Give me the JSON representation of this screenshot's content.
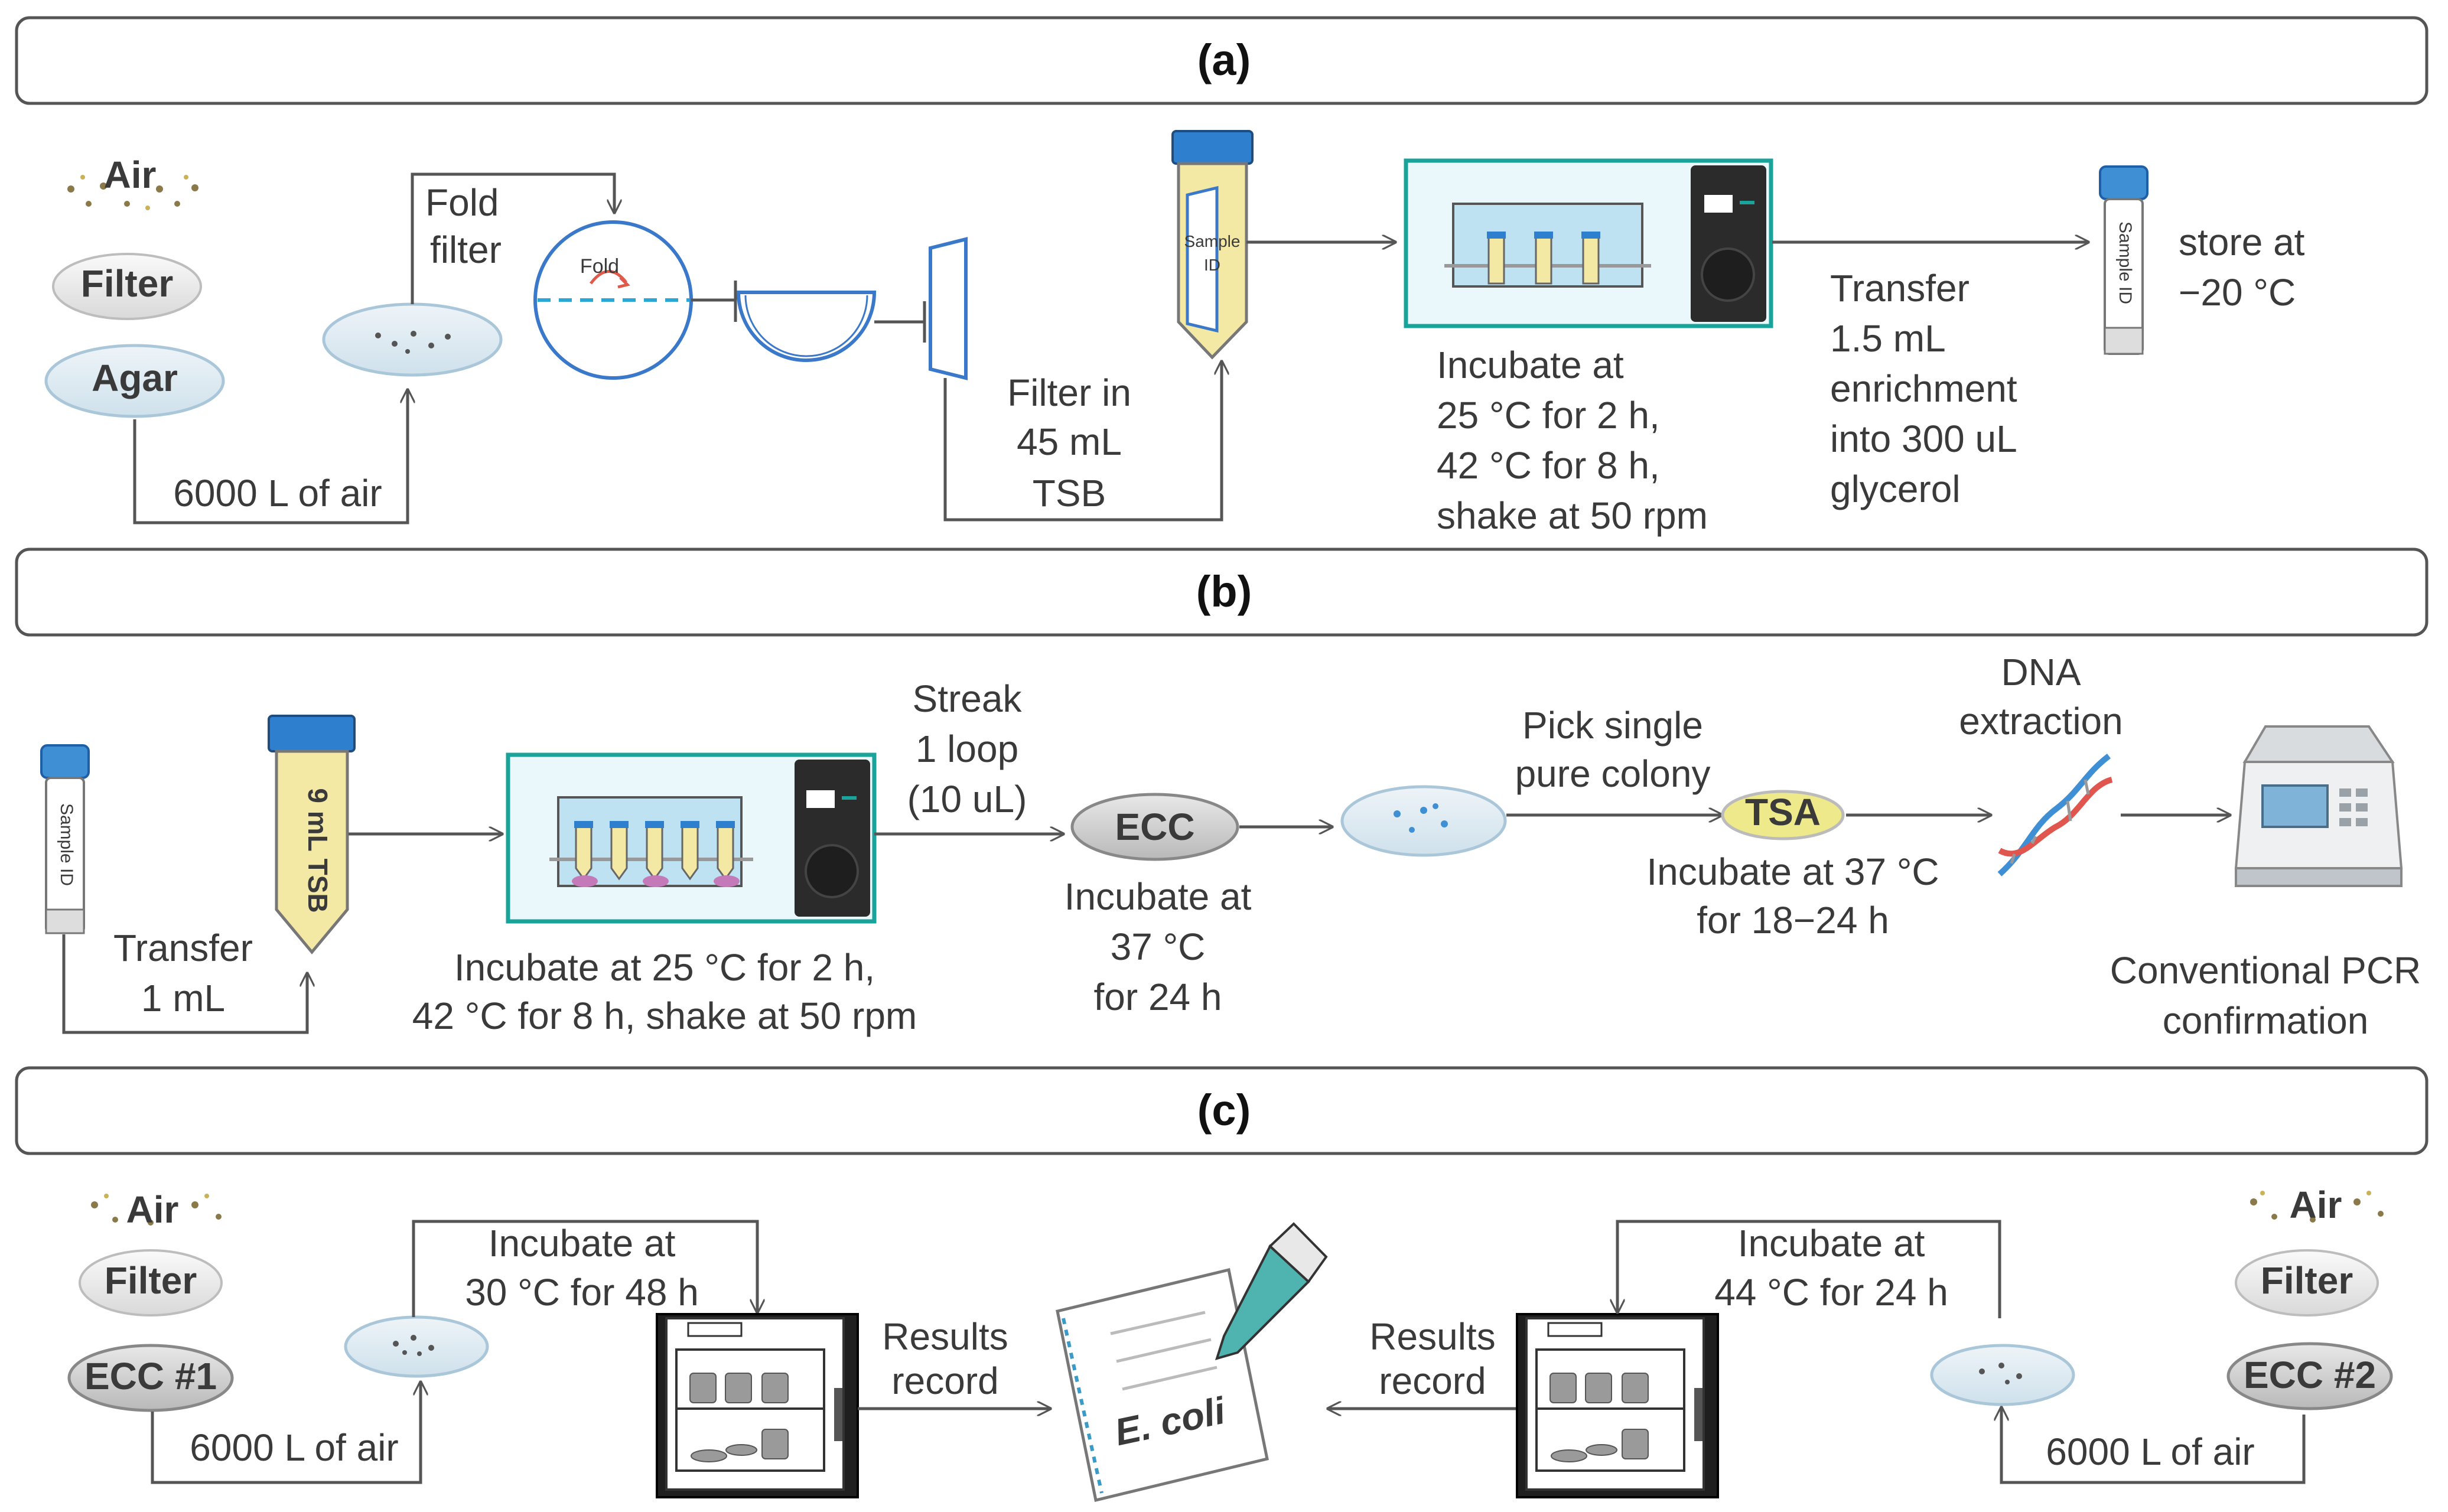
{
  "sections": {
    "a": {
      "header": "(a)",
      "air": "Air",
      "filter": "Filter",
      "agar": "Agar",
      "air_volume": "6000 L of air",
      "fold_filter": [
        "Fold",
        "filter"
      ],
      "fold": "Fold",
      "tube_label": [
        "Sample",
        "ID"
      ],
      "filter_in_tsb": [
        "Filter in",
        "45 mL",
        "TSB"
      ],
      "incubate": [
        "Incubate at",
        "25 °C for 2 h,",
        "42 °C for 8 h,",
        "shake at 50 rpm"
      ],
      "transfer": [
        "Transfer",
        "1.5 mL",
        "enrichment",
        "into 300 uL",
        "glycerol"
      ],
      "vial_label": "Sample ID",
      "store": [
        "store at",
        "−20 °C"
      ]
    },
    "b": {
      "header": "(b)",
      "vial_label": "Sample ID",
      "transfer": [
        "Transfer",
        "1 mL"
      ],
      "tsb_tube": "9 mL TSB",
      "incubate": [
        "Incubate at 25 °C for 2 h,",
        "42 °C for 8 h, shake at 50 rpm"
      ],
      "streak": [
        "Streak",
        "1 loop",
        "(10 uL)"
      ],
      "ecc": "ECC",
      "incubate_ecc": [
        "Incubate at",
        "37 °C",
        "for 24 h"
      ],
      "pick": [
        "Pick single",
        "pure colony"
      ],
      "tsa": "TSA",
      "incubate_tsa": [
        "Incubate at 37 °C",
        "for 18−24 h"
      ],
      "dna": [
        "DNA",
        "extraction"
      ],
      "pcr": [
        "Conventional PCR",
        "confirmation"
      ]
    },
    "c": {
      "header": "(c)",
      "air_left": "Air",
      "filter_left": "Filter",
      "ecc1": "ECC #1",
      "air_volume_left": "6000 L of air",
      "incubate_left": [
        "Incubate at",
        "30 °C for 48 h"
      ],
      "results_left": [
        "Results",
        "record"
      ],
      "ecoli": "E. coli",
      "results_right": [
        "Results",
        "record"
      ],
      "incubate_right": [
        "Incubate at",
        "44 °C for 24 h"
      ],
      "air_right": "Air",
      "filter_right": "Filter",
      "ecc2": "ECC #2",
      "air_volume_right": "6000 L of air"
    }
  },
  "colors": {
    "line": "#555555",
    "blue": "#3a78c9",
    "dark_blue": "#1f5fa8",
    "teal": "#1aa39a",
    "tube_yellow": "#f3e9a5",
    "machine_dark": "#2b2b2b",
    "dna_red": "#e0564e",
    "dna_blue": "#3f8fd4",
    "ecoli_purple": "#8b2a9c"
  }
}
